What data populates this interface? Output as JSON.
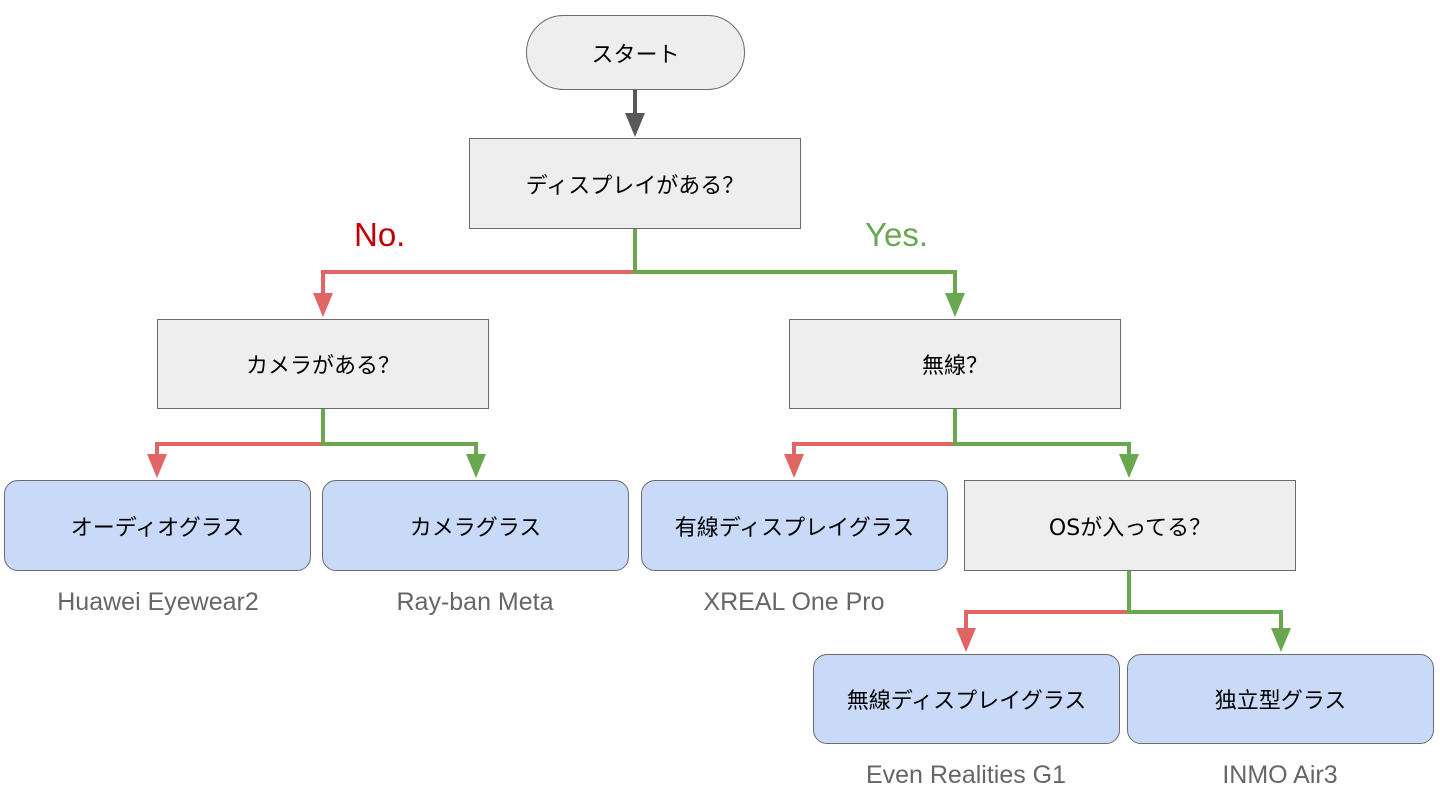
{
  "nodes": {
    "start": "スタート",
    "q_display": "ディスプレイがある？",
    "q_camera": "カメラがある？",
    "q_wireless": "無線？",
    "q_os": "OSが入ってる？",
    "r_audio": "オーディオグラス",
    "r_camera": "カメラグラス",
    "r_wired": "有線ディスプレイグラス",
    "r_wireless": "無線ディスプレイグラス",
    "r_standalone": "独立型グラス"
  },
  "examples": {
    "audio": "Huawei Eyewear2",
    "camera": "Ray-ban Meta",
    "wired": "XREAL One Pro",
    "wireless": "Even Realities G1",
    "standalone": "INMO Air3"
  },
  "branch_labels": {
    "no": "No.",
    "yes": "Yes."
  },
  "colors": {
    "no": "#e06666",
    "yes": "#6aa84f",
    "no_label": "#c00000",
    "entry": "#595959",
    "decision_fill": "#eeeeee",
    "result_fill": "#c9daf8",
    "border": "#6b6b6b",
    "example_text": "#666666"
  }
}
